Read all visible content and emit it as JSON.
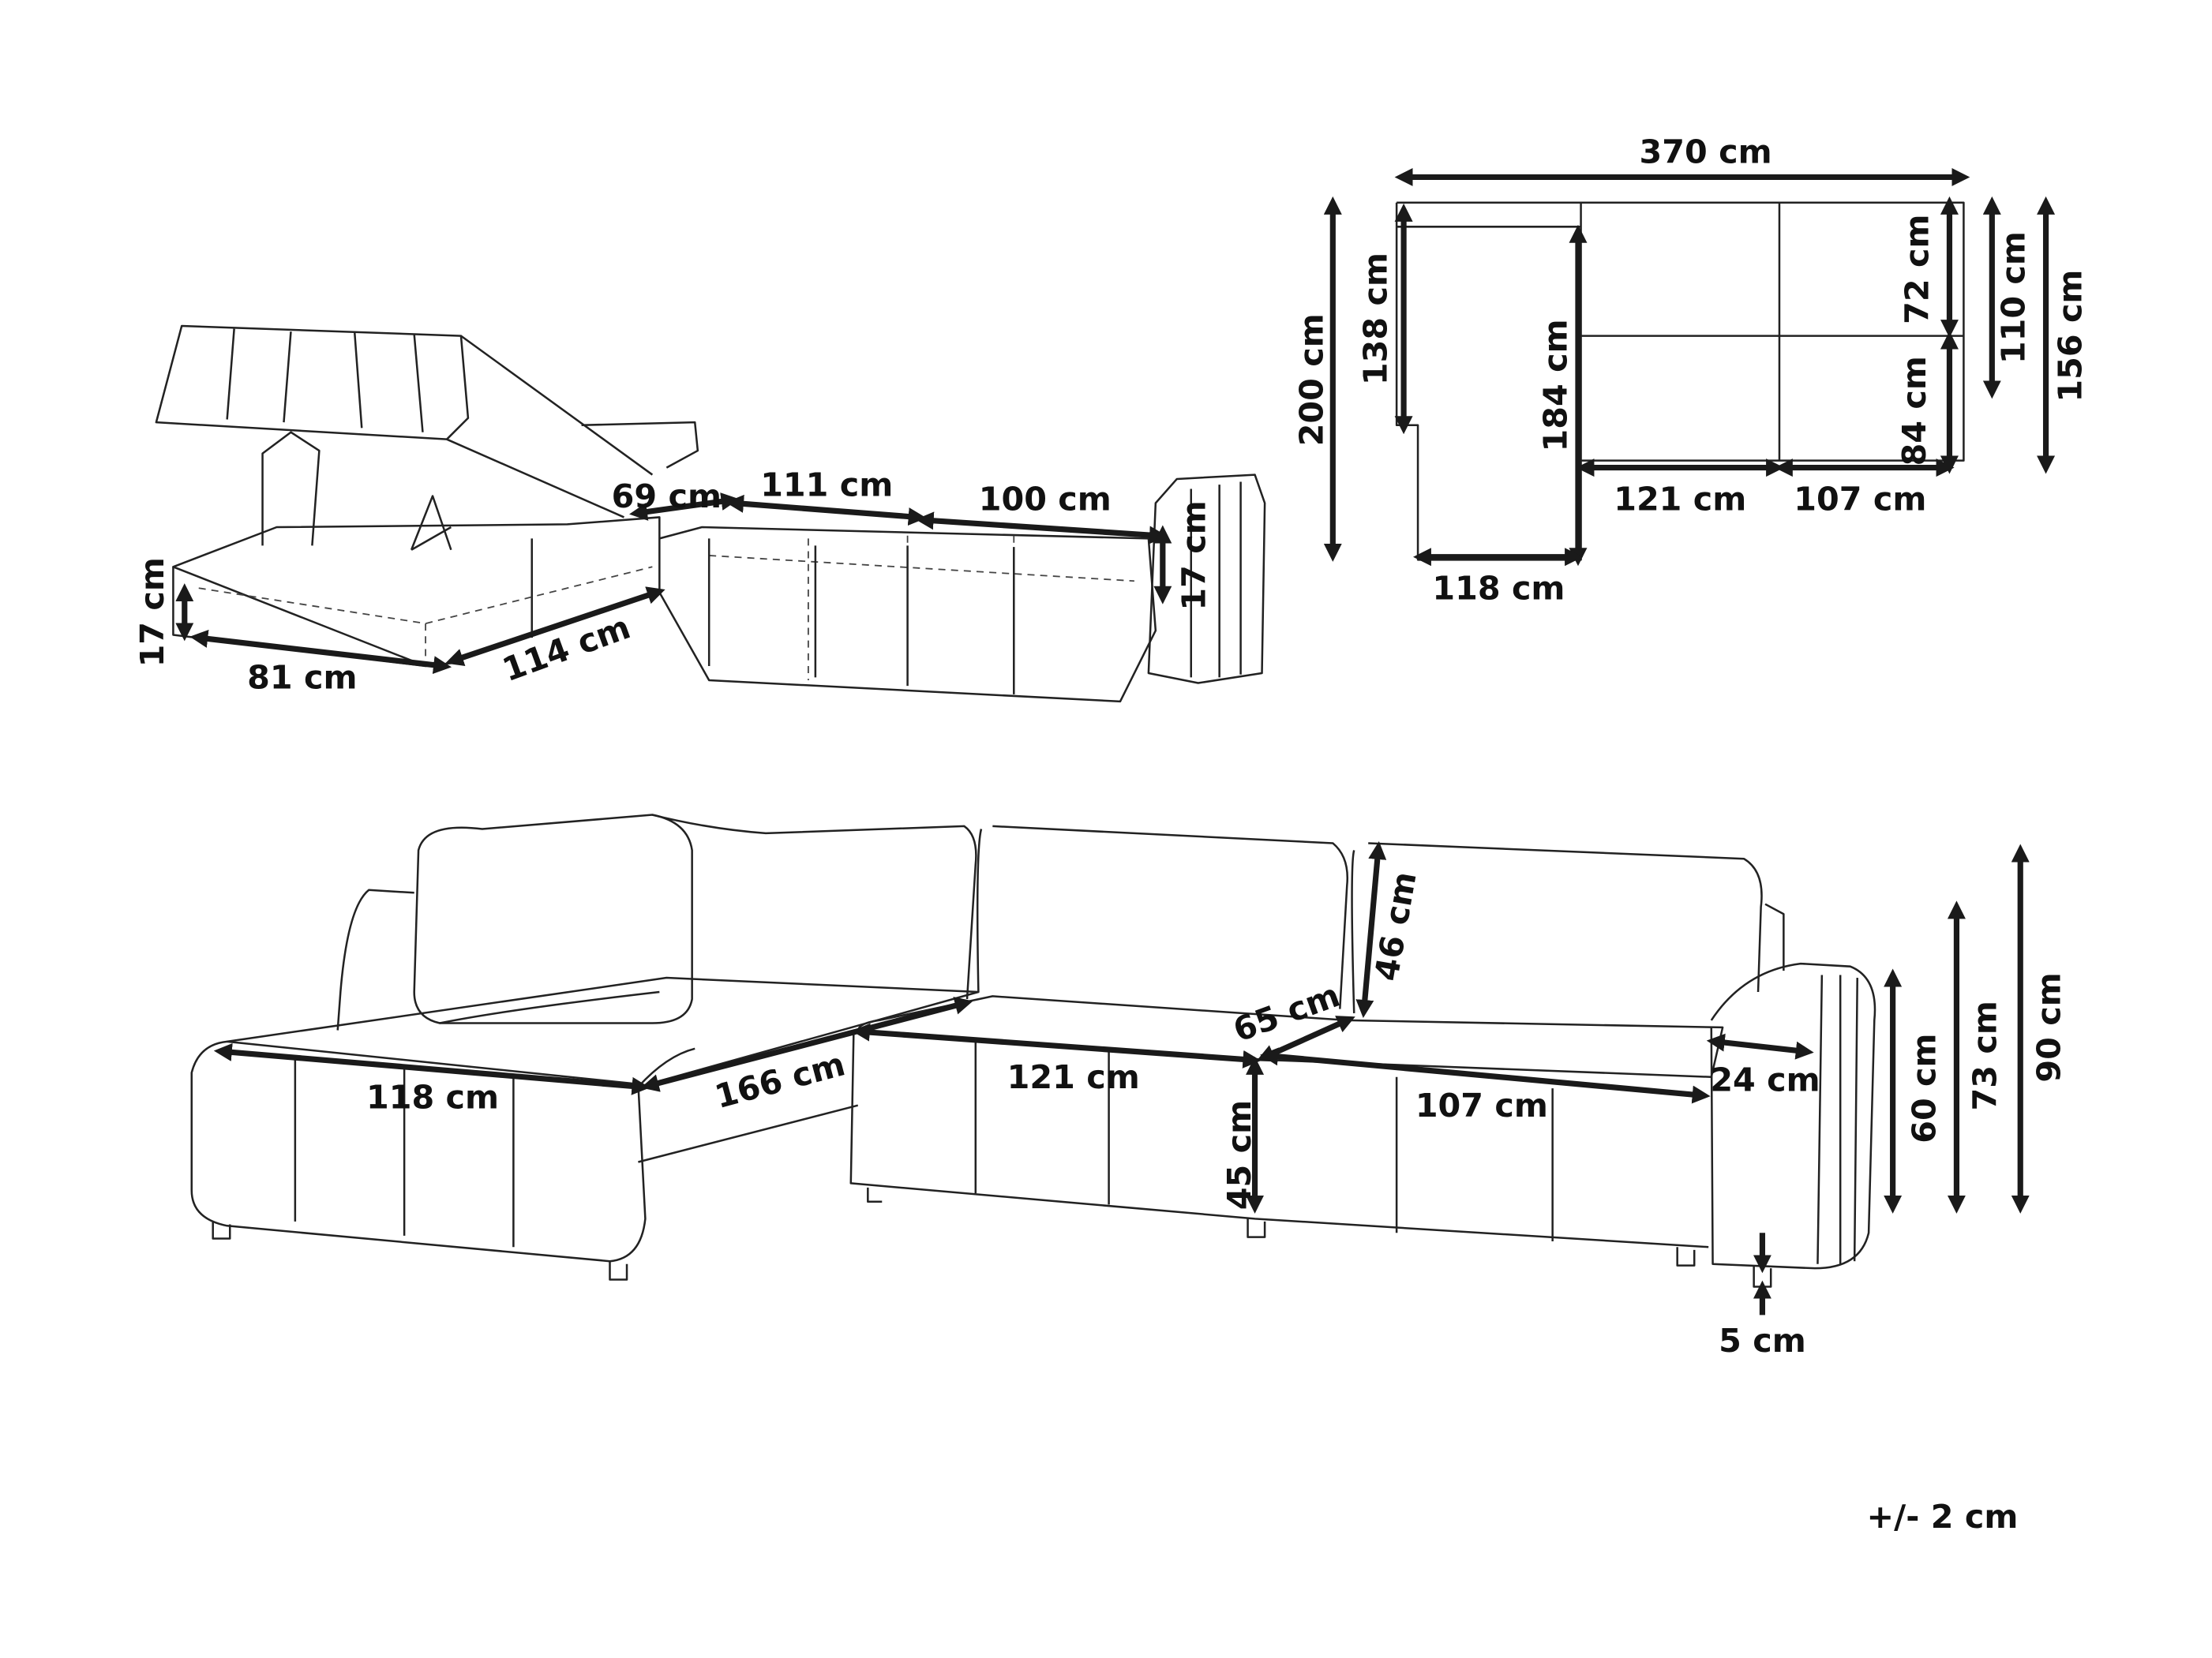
{
  "storage_view": {
    "seat_width_1": "69 cm",
    "seat_width_2": "111 cm",
    "seat_width_3": "100 cm",
    "storage_depth_right": "17 cm",
    "storage_depth_left": "17 cm",
    "chaise_width": "81 cm",
    "chaise_length": "114 cm"
  },
  "plan_view": {
    "total_width": "370 cm",
    "total_depth": "200 cm",
    "chaise_inner": "138 cm",
    "chaise_seat": "184 cm",
    "back_depth": "72 cm",
    "arm_depth": "110 cm",
    "main_depth": "156 cm",
    "seat_depth": "84 cm",
    "middle_width": "121 cm",
    "right_width": "107 cm",
    "chaise_width": "118 cm"
  },
  "front_view": {
    "chaise_width": "118 cm",
    "chaise_length": "166 cm",
    "middle_width": "121 cm",
    "seat_depth": "65 cm",
    "back_height": "46 cm",
    "seat_height": "45 cm",
    "right_width": "107 cm",
    "arm_width": "24 cm",
    "arm_height": "60 cm",
    "back_top_height": "73 cm",
    "total_height": "90 cm",
    "leg_height": "5 cm"
  },
  "tolerance": "+/- 2 cm"
}
